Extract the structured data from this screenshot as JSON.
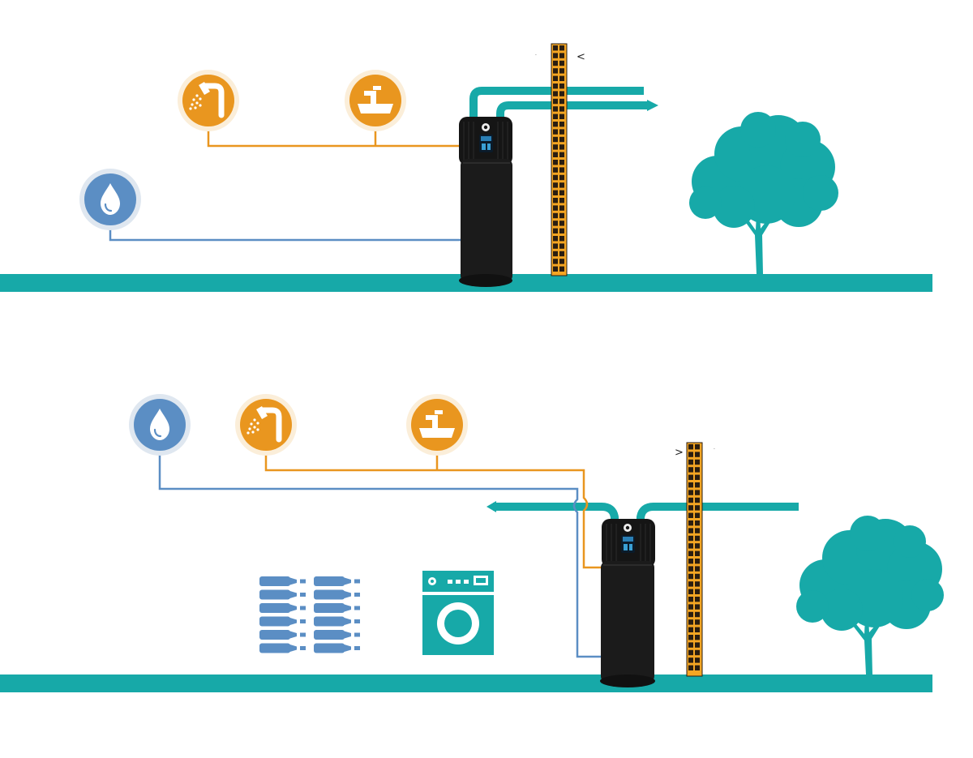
{
  "scene1": {
    "ground_color": "#17a9a8",
    "marker_text": "<",
    "icons": [
      {
        "name": "cold-water",
        "icon": "water-drop-icon",
        "color": "#5b8ec4"
      },
      {
        "name": "shower",
        "icon": "shower-icon",
        "color": "#e9961f"
      },
      {
        "name": "tap",
        "icon": "tap-icon",
        "color": "#e9961f"
      }
    ]
  },
  "scene2": {
    "ground_color": "#17a9a8",
    "marker_text": ">",
    "icons": [
      {
        "name": "cold-water",
        "icon": "water-drop-icon",
        "color": "#5b8ec4"
      },
      {
        "name": "shower",
        "icon": "shower-icon",
        "color": "#e9961f"
      },
      {
        "name": "tap",
        "icon": "tap-icon",
        "color": "#e9961f"
      },
      {
        "name": "wine-cellar",
        "icon": "wine-bottles-icon",
        "color": "#5b8ec4"
      },
      {
        "name": "laundry",
        "icon": "washing-machine-icon",
        "color": "#17a9a8"
      }
    ]
  },
  "colors": {
    "hot_line": "#e9961f",
    "cold_line": "#5b8ec4",
    "duct": "#17a9a8",
    "tree": "#17a9a8",
    "heat_pump_body": "#1b1b1b",
    "wall_fill": "#f5a623",
    "wall_grid": "#2a1d10"
  }
}
